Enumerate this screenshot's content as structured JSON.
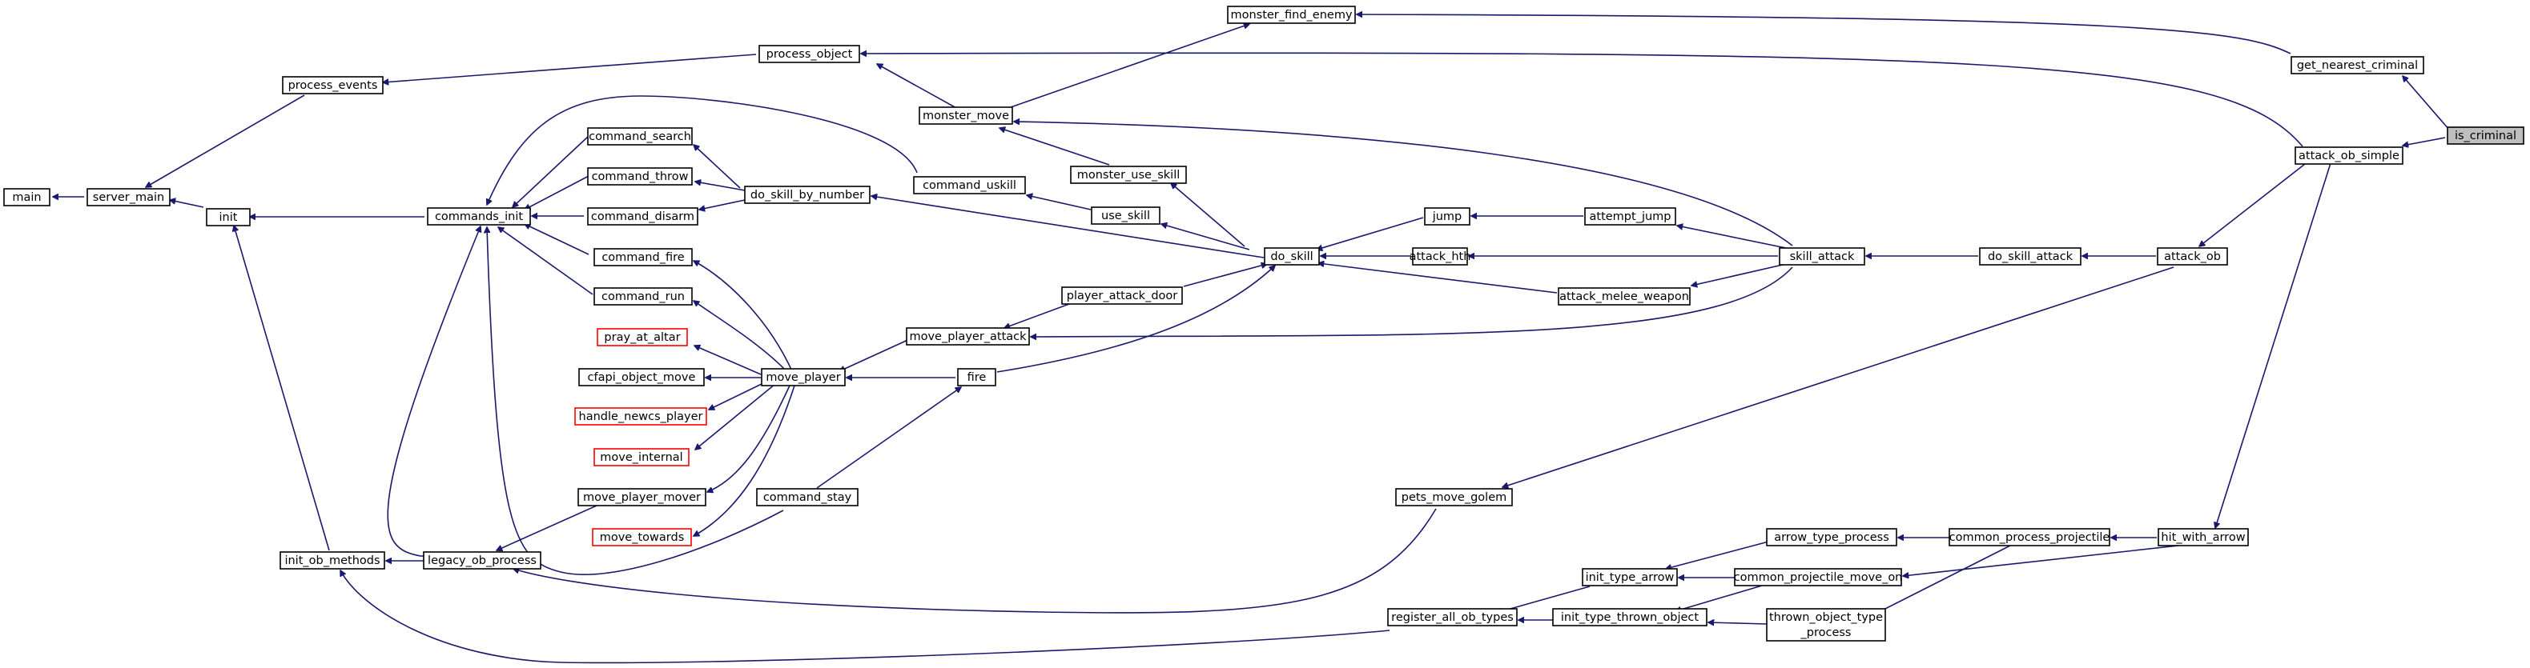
{
  "colors": {
    "edge": "#191970",
    "node_border": "#000000",
    "missing_border": "#ff0000",
    "highlight_fill": "#bfbfbf"
  },
  "nodes": {
    "main": "main",
    "server_main": "server_main",
    "init": "init",
    "process_events": "process_events",
    "process_object": "process_object",
    "monster_find_enemy": "monster_find_enemy",
    "monster_move": "monster_move",
    "get_nearest_criminal": "get_nearest_criminal",
    "is_criminal": "is_criminal",
    "attack_ob_simple": "attack_ob_simple",
    "commands_init": "commands_init",
    "command_search": "command_search",
    "command_throw": "command_throw",
    "command_disarm": "command_disarm",
    "command_fire": "command_fire",
    "command_run": "command_run",
    "do_skill_by_number": "do_skill_by_number",
    "command_uskill": "command_uskill",
    "monster_use_skill": "monster_use_skill",
    "use_skill": "use_skill",
    "jump": "jump",
    "attempt_jump": "attempt_jump",
    "do_skill": "do_skill",
    "attack_hth": "attack_hth",
    "skill_attack": "skill_attack",
    "do_skill_attack": "do_skill_attack",
    "attack_ob": "attack_ob",
    "player_attack_door": "player_attack_door",
    "attack_melee_weapon": "attack_melee_weapon",
    "pray_at_altar": "pray_at_altar",
    "move_player_attack": "move_player_attack",
    "cfapi_object_move": "cfapi_object_move",
    "move_player": "move_player",
    "fire": "fire",
    "handle_newcs_player": "handle_newcs_player",
    "move_internal": "move_internal",
    "move_player_mover": "move_player_mover",
    "command_stay": "command_stay",
    "pets_move_golem": "pets_move_golem",
    "move_towards": "move_towards",
    "arrow_type_process": "arrow_type_process",
    "common_process_projectile": "common_process_projectile",
    "hit_with_arrow": "hit_with_arrow",
    "init_ob_methods": "init_ob_methods",
    "legacy_ob_process": "legacy_ob_process",
    "init_type_arrow": "init_type_arrow",
    "common_projectile_move_on": "common_projectile_move_on",
    "register_all_ob_types": "register_all_ob_types",
    "init_type_thrown_object": "init_type_thrown_object",
    "thrown_object_type_process_line1": "thrown_object_type",
    "thrown_object_type_process_line2": "_process"
  }
}
